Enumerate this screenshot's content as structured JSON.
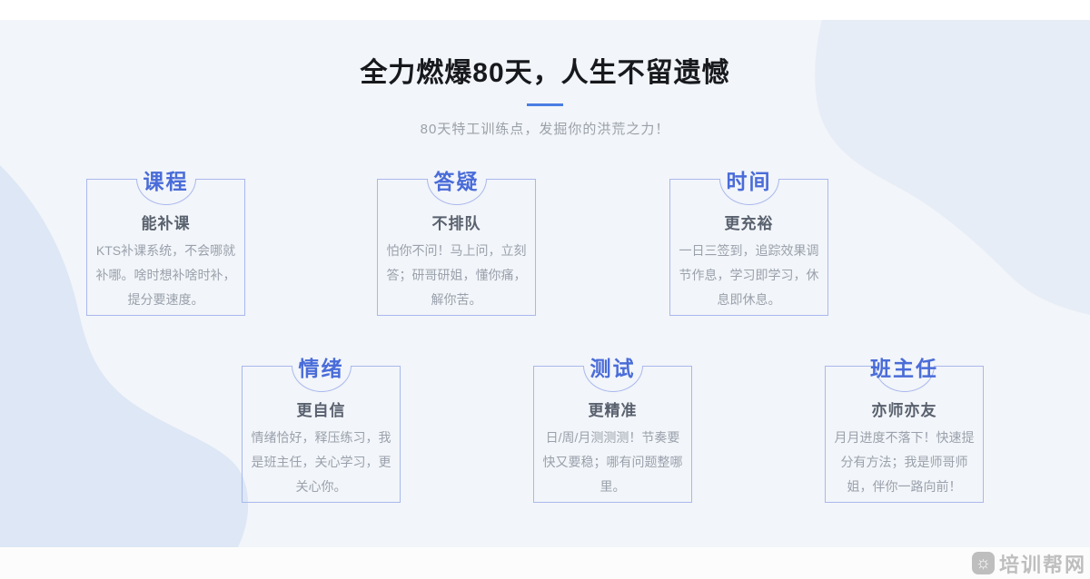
{
  "header": {
    "title": "全力燃爆80天，人生不留遗憾",
    "subtitle": "80天特工训练点，发掘你的洪荒之力！"
  },
  "cards": [
    {
      "tag": "课程",
      "heading": "能补课",
      "body": "KTS补课系统，不会哪就补哪。啥时想补啥时补，提分要速度。"
    },
    {
      "tag": "答疑",
      "heading": "不排队",
      "body": "怕你不问！马上问，立刻答；研哥研姐，懂你痛，解你苦。"
    },
    {
      "tag": "时间",
      "heading": "更充裕",
      "body": "一日三签到，追踪效果调节作息，学习即学习，休息即休息。"
    },
    {
      "tag": "情绪",
      "heading": "更自信",
      "body": "情绪恰好，释压练习，我是班主任，关心学习，更关心你。"
    },
    {
      "tag": "测试",
      "heading": "更精准",
      "body": "日/周/月测测测！节奏要快又要稳；哪有问题整哪里。"
    },
    {
      "tag": "班主任",
      "heading": "亦师亦友",
      "body": "月月进度不落下！快速提分有方法；我是师哥师姐，伴你一路向前！"
    }
  ],
  "watermark": {
    "text": "培训帮网",
    "icon_glyph": "☼"
  },
  "colors": {
    "section_bg": "#f2f5f9",
    "card_border": "#a9b8ee",
    "tag_blue": "#4a6cd9",
    "divider_blue": "#4a7de2",
    "title_dark": "#17191d",
    "body_gray": "#9aa1ac",
    "watermark_gray": "#8d8d8d",
    "blob_left": "#dde7f5",
    "blob_top_right": "#e7edf7"
  }
}
